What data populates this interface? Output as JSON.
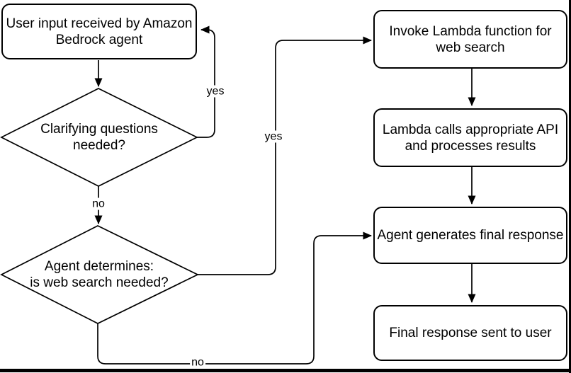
{
  "colors": {
    "stroke": "#000000",
    "background": "#ffffff"
  },
  "flowchart": {
    "nodes": [
      {
        "id": "user-input",
        "type": "process",
        "lines": [
          "User input received by Amazon",
          "Bedrock agent"
        ]
      },
      {
        "id": "clarifying-questions",
        "type": "decision",
        "lines": [
          "Clarifying questions",
          "needed?"
        ]
      },
      {
        "id": "web-search-decision",
        "type": "decision",
        "lines": [
          "Agent determines:",
          "is web search needed?"
        ]
      },
      {
        "id": "invoke-lambda",
        "type": "process",
        "lines": [
          "Invoke Lambda function for",
          "web search"
        ]
      },
      {
        "id": "lambda-calls-api",
        "type": "process",
        "lines": [
          "Lambda calls appropriate API",
          "and processes results"
        ]
      },
      {
        "id": "agent-generates-response",
        "type": "process",
        "lines": [
          "Agent generates final response"
        ]
      },
      {
        "id": "final-response",
        "type": "process",
        "lines": [
          "Final response sent to user"
        ]
      }
    ],
    "edges": [
      {
        "from": "user-input",
        "to": "clarifying-questions",
        "label": ""
      },
      {
        "from": "clarifying-questions",
        "to": "user-input",
        "label": "yes"
      },
      {
        "from": "clarifying-questions",
        "to": "web-search-decision",
        "label": "no"
      },
      {
        "from": "web-search-decision",
        "to": "invoke-lambda",
        "label": "yes"
      },
      {
        "from": "web-search-decision",
        "to": "agent-generates-response",
        "label": "no"
      },
      {
        "from": "invoke-lambda",
        "to": "lambda-calls-api",
        "label": ""
      },
      {
        "from": "lambda-calls-api",
        "to": "agent-generates-response",
        "label": ""
      },
      {
        "from": "agent-generates-response",
        "to": "final-response",
        "label": ""
      }
    ]
  }
}
